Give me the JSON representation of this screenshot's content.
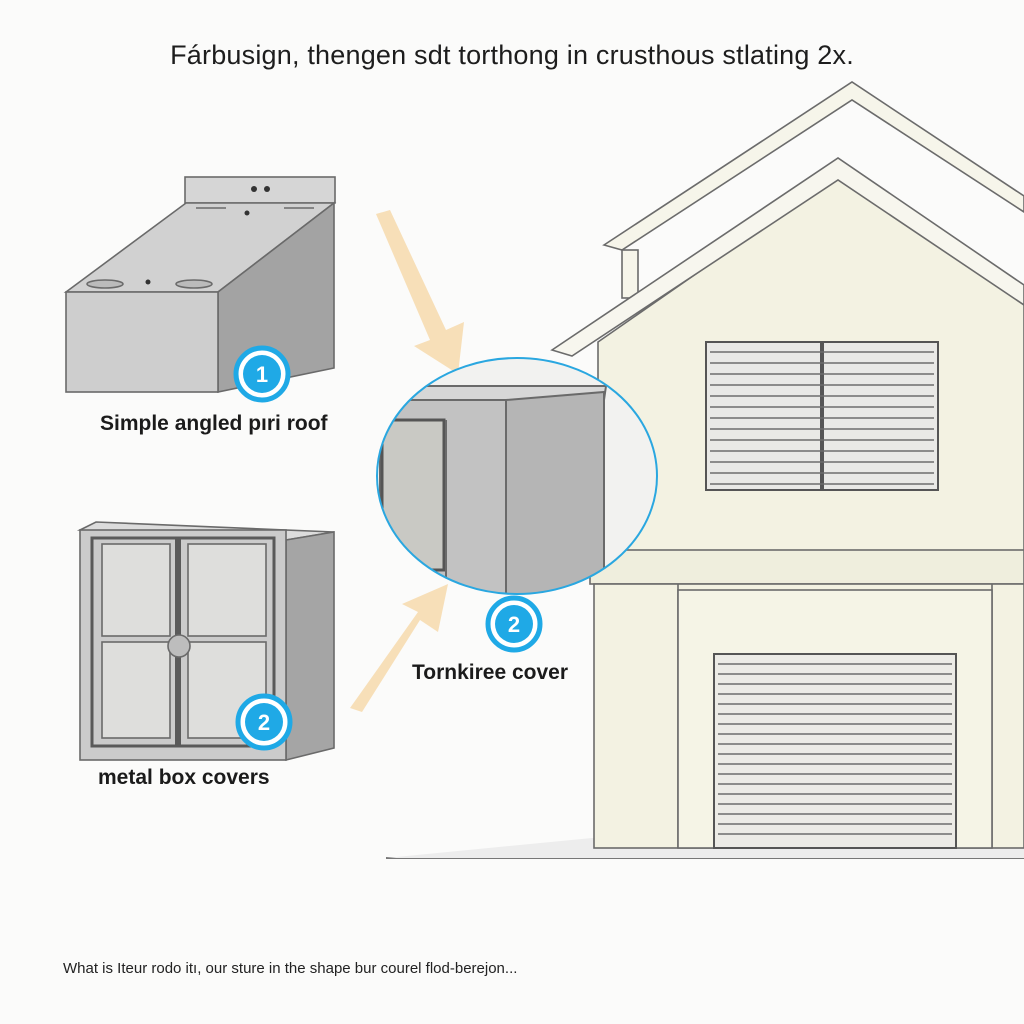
{
  "title": "Fárbusign, thengen sdt torthong in crusthous stlating 2x.",
  "callouts": [
    {
      "number": "1",
      "label": "Simple angled pıri roof"
    },
    {
      "number": "2",
      "label": "Tornkiree cover"
    },
    {
      "number": "2",
      "label": "metal box covers"
    }
  ],
  "footer": "What is Iteur rodo itı, our sture in the shape bur courel flod-berejon...",
  "colors": {
    "badge": "#1fa9e6",
    "arrow": "#f7ddb4",
    "house_wall": "#f3f2e2",
    "metal_front": "#cfcfcf",
    "metal_side": "#9e9e9e",
    "line": "#5a5a5a"
  }
}
